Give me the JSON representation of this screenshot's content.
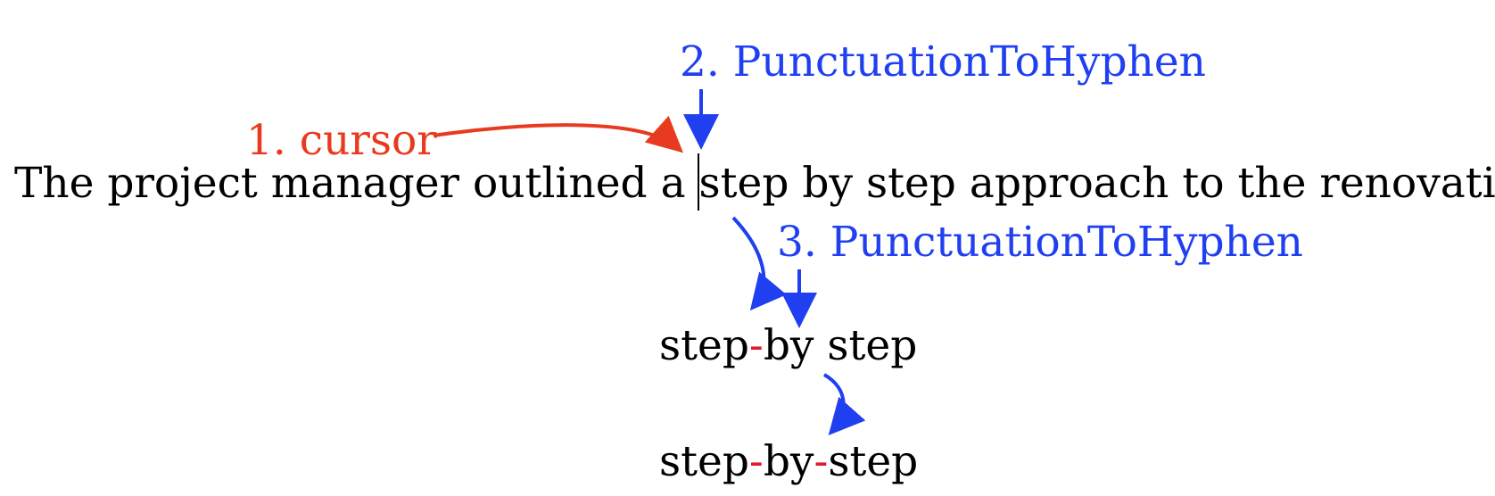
{
  "colors": {
    "text": "#000000",
    "annotation_blue": "#1f3ff0",
    "annotation_red": "#e83a1f",
    "hyphen_red": "#e0192d"
  },
  "sentence": {
    "before_cursor": "The project manager outlined a st",
    "after_cursor": "ep by step approach to the renovation."
  },
  "labels": {
    "cursor": "1. cursor",
    "step2": "2. PunctuationToHyphen",
    "step3": "3. PunctuationToHyphen"
  },
  "result_1": {
    "part_a": "step",
    "hyphen_a": "-",
    "part_b": "by step"
  },
  "result_2": {
    "part_a": "step",
    "hyphen_a": "-",
    "part_b": "by",
    "hyphen_b": "-",
    "part_c": "step"
  },
  "icons": {
    "cursor_caret": "text-cursor-icon",
    "arrow": "curved-arrow-icon"
  }
}
